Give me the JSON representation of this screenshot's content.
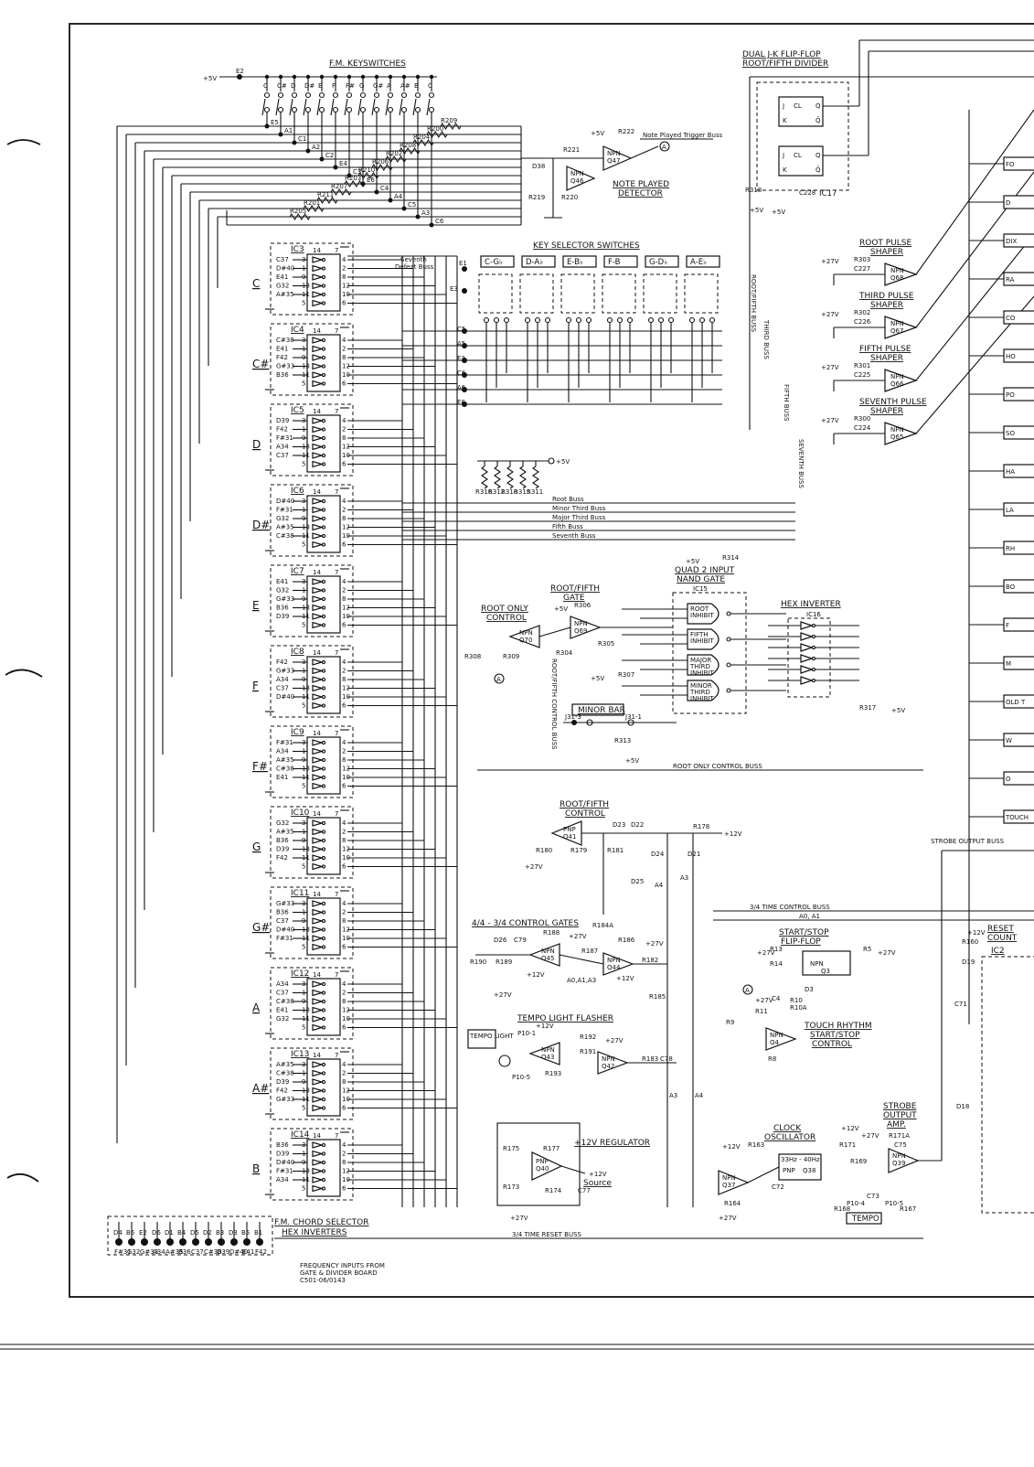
{
  "keyswitches": {
    "title": "F.M. KEYSWITCHES",
    "supply": "+5V",
    "node": "E2",
    "keys": [
      "C",
      "C#",
      "D",
      "D#",
      "E",
      "F",
      "F#",
      "G",
      "G#",
      "A",
      "A#",
      "B",
      "C"
    ],
    "taps": [
      "E5",
      "A1",
      "C1",
      "A2",
      "C2",
      "E4",
      "C3",
      "E6",
      "C4",
      "A4",
      "C5",
      "A3",
      "C6"
    ],
    "resistors": [
      "R209",
      "R200",
      "R204",
      "R208",
      "R202",
      "R206",
      "R210",
      "R203",
      "R207",
      "R211",
      "R201",
      "R205"
    ]
  },
  "note_played": {
    "title_1": "NOTE PLAYED",
    "title_2": "DETECTOR",
    "trigger_label": "Note Played Trigger Buss",
    "supply": "+5V",
    "parts": [
      "R222",
      "R221",
      "D38",
      "R219",
      "R220",
      "Q47",
      "Q46"
    ],
    "npn": "NPN"
  },
  "chord_selector": {
    "title_1": "F.M. CHORD SELECTOR",
    "title_2": "HEX INVERTERS",
    "groups": [
      {
        "key": "C",
        "ic": "IC3",
        "inputs": [
          "C37",
          "D#40",
          "E41",
          "G32",
          "A#35"
        ]
      },
      {
        "key": "C#",
        "ic": "IC4",
        "inputs": [
          "C#38",
          "E41",
          "F42",
          "G#33",
          "B36"
        ]
      },
      {
        "key": "D",
        "ic": "IC5",
        "inputs": [
          "D39",
          "F42",
          "F#31",
          "A34",
          "C37"
        ]
      },
      {
        "key": "D#",
        "ic": "IC6",
        "inputs": [
          "D#40",
          "F#31",
          "G32",
          "A#35",
          "C#38"
        ]
      },
      {
        "key": "E",
        "ic": "IC7",
        "inputs": [
          "E41",
          "G32",
          "G#33",
          "B36",
          "D39"
        ]
      },
      {
        "key": "F",
        "ic": "IC8",
        "inputs": [
          "F42",
          "G#33",
          "A34",
          "C37",
          "D#40"
        ]
      },
      {
        "key": "F#",
        "ic": "IC9",
        "inputs": [
          "F#31",
          "A34",
          "A#35",
          "C#38",
          "E41"
        ]
      },
      {
        "key": "G",
        "ic": "IC10",
        "inputs": [
          "G32",
          "A#35",
          "B36",
          "D39",
          "F42"
        ]
      },
      {
        "key": "G#",
        "ic": "IC11",
        "inputs": [
          "G#33",
          "B36",
          "C37",
          "D#40",
          "F#31"
        ]
      },
      {
        "key": "A",
        "ic": "IC12",
        "inputs": [
          "A34",
          "C37",
          "C#38",
          "E41",
          "G32"
        ]
      },
      {
        "key": "A#",
        "ic": "IC13",
        "inputs": [
          "A#35",
          "C#38",
          "D39",
          "F42",
          "G#33"
        ]
      },
      {
        "key": "B",
        "ic": "IC14",
        "inputs": [
          "B36",
          "D39",
          "D#40",
          "F#31",
          "A34"
        ]
      }
    ],
    "freq_pins": [
      "D4",
      "B6",
      "E2",
      "D6",
      "D1",
      "B4",
      "D5",
      "D2",
      "B3",
      "D3",
      "B5",
      "B1"
    ],
    "freq_notes": [
      "F#31",
      "G32",
      "G#33",
      "A34",
      "A#35",
      "B36",
      "C37",
      "C#38",
      "D39",
      "D#40",
      "E41",
      "F42"
    ],
    "freq_note_1": "FREQUENCY INPUTS FROM",
    "freq_note_2": "GATE & DIVIDER BOARD",
    "freq_note_3": "C501-06/0143"
  },
  "key_selector": {
    "title": "KEY SELECTOR SWITCHES",
    "switches": [
      "C-G♭",
      "D-A♭",
      "E-B♭",
      "F-B",
      "G-D♭",
      "A-E♭"
    ],
    "defeat_label_1": "Seventh",
    "defeat_label_2": "Defeat Buss",
    "nodes": [
      "E1",
      "E3",
      "C5",
      "A5",
      "E3",
      "C6",
      "A6",
      "E8"
    ]
  },
  "busses": {
    "supply": "+5V",
    "resistors": [
      "R316",
      "R312",
      "R310",
      "R315",
      "R311"
    ],
    "names": [
      "Root Buss",
      "Minor Third Buss",
      "Major Third Buss",
      "Fifth Buss",
      "Seventh Buss"
    ]
  },
  "flipflop": {
    "title_1": "DUAL J-K FLIP-FLOP",
    "title_2": "ROOT/FIFTH DIVIDER",
    "ic": "IC17",
    "parts": [
      "R318",
      "C228"
    ],
    "supply": "+5V"
  },
  "pulse_shapers": [
    {
      "title_1": "ROOT PULSE",
      "title_2": "SHAPER",
      "q": "Q68",
      "c": "C227",
      "r": "R303"
    },
    {
      "title_1": "THIRD PULSE",
      "title_2": "SHAPER",
      "q": "Q67",
      "c": "C226",
      "r": "R302"
    },
    {
      "title_1": "FIFTH PULSE",
      "title_2": "SHAPER",
      "q": "Q66",
      "c": "C225",
      "r": "R301"
    },
    {
      "title_1": "SEVENTH PULSE",
      "title_2": "SHAPER",
      "q": "Q65",
      "c": "C224",
      "r": "R300"
    }
  ],
  "pulse_supply": "+27V",
  "vertical_busses": [
    "ROOT/FIFTH BUSS",
    "THIRD BUSS",
    "FIFTH BUSS",
    "SEVENTH BUSS",
    "ROOT/FIFTH CONTROL BUSS"
  ],
  "nand": {
    "title_1": "QUAD 2 INPUT",
    "title_2": "NAND GATE",
    "ic": "IC15",
    "gates": [
      "ROOT INHIBIT",
      "FIFTH INHIBIT",
      "MAJOR THIRD INHIBIT",
      "MINOR THIRD INHIBIT"
    ],
    "parts": [
      "R314",
      "R307"
    ]
  },
  "hex_inverter": {
    "title": "HEX INVERTER",
    "ic": "IC16",
    "part": "R317"
  },
  "root_only": {
    "title_1": "ROOT ONLY",
    "title_2": "CONTROL",
    "q": "Q70",
    "parts": [
      "R308",
      "R309"
    ]
  },
  "root_fifth_gate": {
    "title_1": "ROOT/FIFTH",
    "title_2": "GATE",
    "q": "Q69",
    "parts": [
      "R306",
      "R305",
      "R304"
    ]
  },
  "minor_bar": {
    "title": "MINOR BAR",
    "parts": [
      "J31-3",
      "J31-1",
      "R313"
    ]
  },
  "root_only_buss": "ROOT ONLY CONTROL BUSS",
  "root_fifth_control": {
    "title_1": "ROOT/FIFTH",
    "title_2": "CONTROL",
    "q": "Q41",
    "pnp": "PNP",
    "parts": [
      "D23",
      "D22",
      "R178",
      "D24",
      "D21",
      "R180",
      "R179",
      "R181",
      "D25"
    ],
    "supply": "+12V",
    "supply2": "+27V",
    "nodes": [
      "A4",
      "A3"
    ]
  },
  "control_gates": {
    "title": "4/4 - 3/4 CONTROL GATES",
    "parts": [
      "D26",
      "C79",
      "R188",
      "R190",
      "R189",
      "R187",
      "R186",
      "R182",
      "R184A",
      "R185"
    ],
    "qs": [
      "Q45",
      "Q44"
    ],
    "bus": "A0,A1,A3"
  },
  "tempo_flasher": {
    "title": "TEMPO LIGHT FLASHER",
    "lamp": "TEMPO LIGHT",
    "parts": [
      "P10-1",
      "R192",
      "R191",
      "R193",
      "R183",
      "C78",
      "P10-5"
    ],
    "qs": [
      "Q43",
      "Q42"
    ],
    "nodes": [
      "A3",
      "A4"
    ]
  },
  "regulator": {
    "title": "+12V REGULATOR",
    "q": "Q40",
    "parts": [
      "R175",
      "R177",
      "R173",
      "R174",
      "C77"
    ],
    "out_1": "+12V",
    "out_2": "Source"
  },
  "reset_buss": "3/4 TIME RESET BUSS",
  "time_control_buss": "3/4 TIME CONTROL BUSS",
  "a0a1": "A0, A1",
  "start_stop": {
    "title_1": "START/STOP",
    "title_2": "FLIP-FLOP",
    "q": "Q3",
    "parts": [
      "R13",
      "R14",
      "R5",
      "R10",
      "R10A",
      "R11",
      "R9",
      "C4",
      "D3"
    ]
  },
  "touch_rhythm": {
    "title_1": "TOUCH RHYTHM",
    "title_2": "START/STOP",
    "title_3": "CONTROL",
    "q": "Q4",
    "part": "R8"
  },
  "clock": {
    "title_1": "CLOCK",
    "title_2": "OSCILLATOR",
    "q": "Q37",
    "q2": "Q38",
    "parts": [
      "R163",
      "R164",
      "R171",
      "R169",
      "C72"
    ],
    "freq": "33Hz - 40Hz",
    "q2_type": "PNP"
  },
  "strobe": {
    "title_1": "STROBE",
    "title_2": "OUTPUT",
    "title_3": "AMP.",
    "q": "Q39",
    "parts": [
      "R171A",
      "C75",
      "R168",
      "R167",
      "C73"
    ],
    "buss": "STROBE OUTPUT BUSS"
  },
  "tempo_pot": {
    "label": "TEMPO",
    "pins": [
      "P10-4",
      "P10-5"
    ]
  },
  "reset_counter": {
    "title_1": "RESET",
    "title_2": "COUNT",
    "ic": "IC2",
    "parts": [
      "R160",
      "D19",
      "C71",
      "D18"
    ]
  },
  "right_labels": [
    "FO",
    "D",
    "DIX",
    "RA",
    "CO",
    "HO",
    "PO",
    "SO",
    "HA",
    "LA",
    "RH",
    "BO",
    "F",
    "M",
    "OLD T",
    "W",
    "O",
    "TOUCH"
  ],
  "volt": {
    "p5": "+5V",
    "p12": "+12V",
    "p27": "+27V"
  }
}
